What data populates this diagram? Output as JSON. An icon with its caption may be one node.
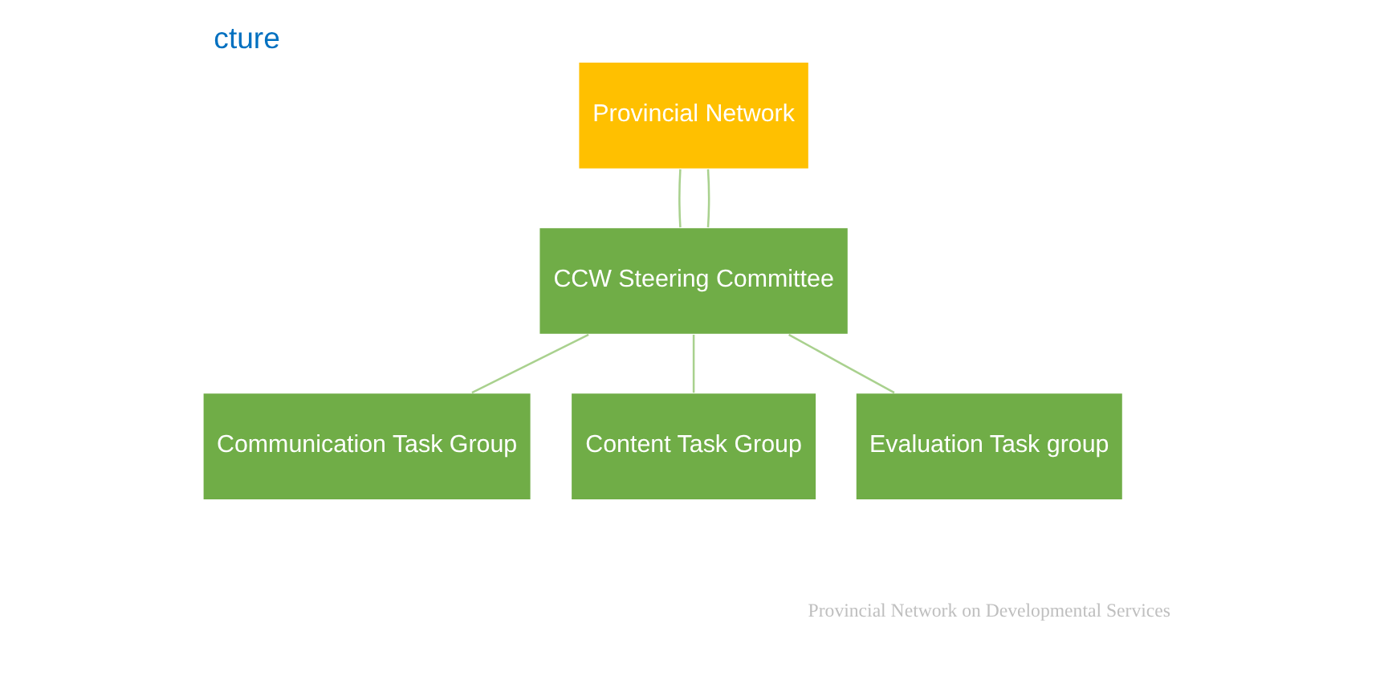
{
  "diagram": {
    "title": "cture",
    "nodes": [
      {
        "text": [
          "Provincial Network"
        ]
      },
      {
        "text": [
          "CCW Steering Committee"
        ]
      },
      {
        "text": [
          "Communication Task Group"
        ]
      },
      {
        "text": [
          "Content Task Group"
        ]
      },
      {
        "text": [
          "Evaluation Task group"
        ]
      }
    ],
    "edges": [
      {
        "from": 0,
        "to": 1,
        "arrow": "none"
      },
      {
        "from": 0,
        "to": 1,
        "arrow": "none"
      },
      {
        "from": 1,
        "to": 2,
        "arrow": "none"
      },
      {
        "from": 1,
        "to": 3,
        "arrow": "none"
      },
      {
        "from": 1,
        "to": 4,
        "arrow": "none"
      }
    ],
    "labels": [
      "Provincial Network on Developmental Services"
    ]
  }
}
